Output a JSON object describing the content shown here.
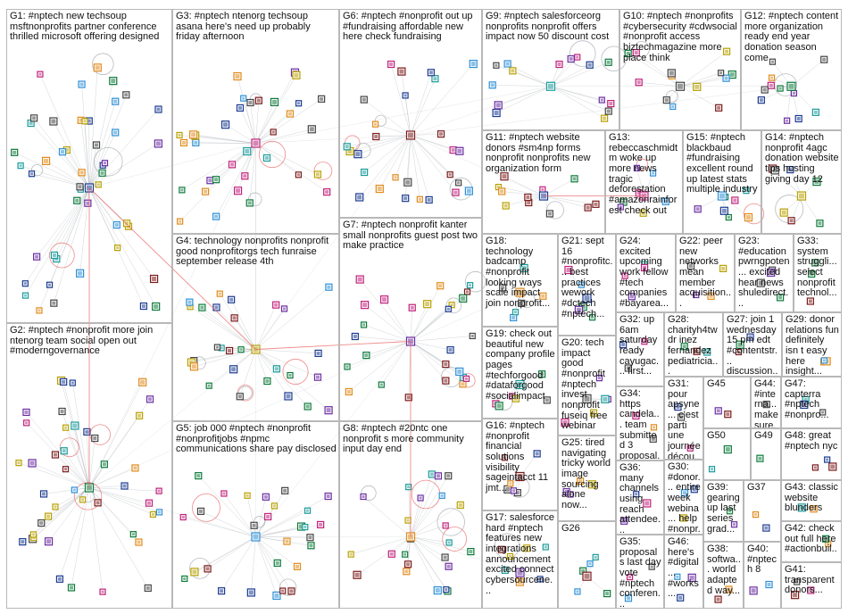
{
  "graph": {
    "colors": {
      "edge": "#9aa0a6",
      "edge_hot": "#e85a5a",
      "border": "#b8b8b8",
      "node_palette": [
        "#1a3a8f",
        "#0c7a3a",
        "#c0207a",
        "#b8a000",
        "#2d8fd6",
        "#7a1a1a",
        "#6a2da0",
        "#e08a1a",
        "#1a9a9a",
        "#444444"
      ]
    },
    "groups": [
      {
        "id": "G1",
        "label": "G1: #nptech new techsoup msftnonprofits partner conference thrilled microsoft offering designed"
      },
      {
        "id": "G2",
        "label": "G2: #nptech #nonprofit more join ntenorg team social open out #moderngovernance"
      },
      {
        "id": "G3",
        "label": "G3: #nptech ntenorg techsoup asana here's need up probably friday afternoon"
      },
      {
        "id": "G4",
        "label": "G4: technology nonprofits nonprofit good nonprofitorgs tech funraise september release 4th"
      },
      {
        "id": "G5",
        "label": "G5: job 000 #nptech #nonprofit #nonprofitjobs #npmc communications share pay disclosed"
      },
      {
        "id": "G6",
        "label": "G6: #nptech #nonprofit out up #fundraising affordable new here check fundraising"
      },
      {
        "id": "G7",
        "label": "G7: #nptech nonprofit kanter small nonprofits guest post two make practice"
      },
      {
        "id": "G8",
        "label": "G8: #nptech #20ntc one nonprofit s more community input day end"
      },
      {
        "id": "G9",
        "label": "G9: #nptech salesforceorg nonprofits nonprofit offers impact now 50 discount cost"
      },
      {
        "id": "G10",
        "label": "G10: #nptech #nonprofits #cybersecurity #cdwsocial #nonprofit access biztechmagazine more place think"
      },
      {
        "id": "G11",
        "label": "G11: #nptech website donors #sm4np forms nonprofit nonprofits new organization form"
      },
      {
        "id": "G12",
        "label": "G12: #nptech content more organization ready end year donation season come"
      },
      {
        "id": "G13",
        "label": "G13: rebeccaschmidtm woke up more news tragic deforestation #amazonrainforest check out"
      },
      {
        "id": "G14",
        "label": "G14: #nptech nonprofit 4agc donation website tips hosting giving day 12"
      },
      {
        "id": "G15",
        "label": "G15: #nptech blackbaud #fundraising excellent round up latest stats multiple industry"
      },
      {
        "id": "G16",
        "label": "G16: #nptech #nonprofit financial solutions visibility sageintacct 11 jmt..."
      },
      {
        "id": "G17",
        "label": "G17: salesforce hard #nptech features new integrations announcement excited connect cybersourcene..."
      },
      {
        "id": "G18",
        "label": "G18: technology badcamp #nonprofit looking ways scale impact join nonprofit..."
      },
      {
        "id": "G19",
        "label": "G19: check out beautiful new company profile pages #techforgood #dataforgood #socialimpact"
      },
      {
        "id": "G20",
        "label": "G20: tech impact good #nonprofit #nptech invest nonprofit fuseiq free webinar"
      },
      {
        "id": "G21",
        "label": "G21: sept 16 #nonprofitc... best practices wework #dctech #nptech..."
      },
      {
        "id": "G22",
        "label": "G22: peer new networks mean member acquisition..."
      },
      {
        "id": "G23",
        "label": "G23: #education pwrngpoten... excited hear news shuledirect..."
      },
      {
        "id": "G24",
        "label": "G24: excited upcoming work fellow #tech companies #bayarea..."
      },
      {
        "id": "G25",
        "label": "G25: tired navigating tricky world image sourcing alone now..."
      },
      {
        "id": "G26",
        "label": "G26"
      },
      {
        "id": "G27",
        "label": "G27: join 1 wednesday 15 pm edt #contentstr... discussion..."
      },
      {
        "id": "G28",
        "label": "G28: charityh4tw dr inez fernandez pediatricia..."
      },
      {
        "id": "G29",
        "label": "G29: donor relations fun definitely isn t easy here insight..."
      },
      {
        "id": "G30",
        "label": "G30: #donor... entire week webina... help #nonpr..."
      },
      {
        "id": "G31",
        "label": "G31: pour apsyne... c'est parti une journée décou..."
      },
      {
        "id": "G32",
        "label": "G32: up 6am saturday ready cayugac... first..."
      },
      {
        "id": "G33",
        "label": "G33: system struggli... select nonprofit technol..."
      },
      {
        "id": "G34",
        "label": "G34: https candela... team submitted 3 proposal..."
      },
      {
        "id": "G35",
        "label": "G35: proposals last day vote #nptech conferen..."
      },
      {
        "id": "G36",
        "label": "G36: many channels using reach attendee..."
      },
      {
        "id": "G37",
        "label": "G37"
      },
      {
        "id": "G38",
        "label": "G38: softwa... world adapted way..."
      },
      {
        "id": "G39",
        "label": "G39: gearing up last series grad..."
      },
      {
        "id": "G40",
        "label": "G40: #nptech 8"
      },
      {
        "id": "G41",
        "label": "G41: transparent donors..."
      },
      {
        "id": "G42",
        "label": "G42: check out full here #actionbuil..."
      },
      {
        "id": "G43",
        "label": "G43: classic website blunders"
      },
      {
        "id": "G44",
        "label": "G44: #interna... make sure..."
      },
      {
        "id": "G45",
        "label": "G45"
      },
      {
        "id": "G46",
        "label": "G46: here's #digital... #works..."
      },
      {
        "id": "G47",
        "label": "G47: capterra #nptech #nonpro..."
      },
      {
        "id": "G48",
        "label": "G48: great #nptech nyc"
      },
      {
        "id": "G49",
        "label": "G49"
      },
      {
        "id": "G50",
        "label": "G50"
      }
    ]
  }
}
